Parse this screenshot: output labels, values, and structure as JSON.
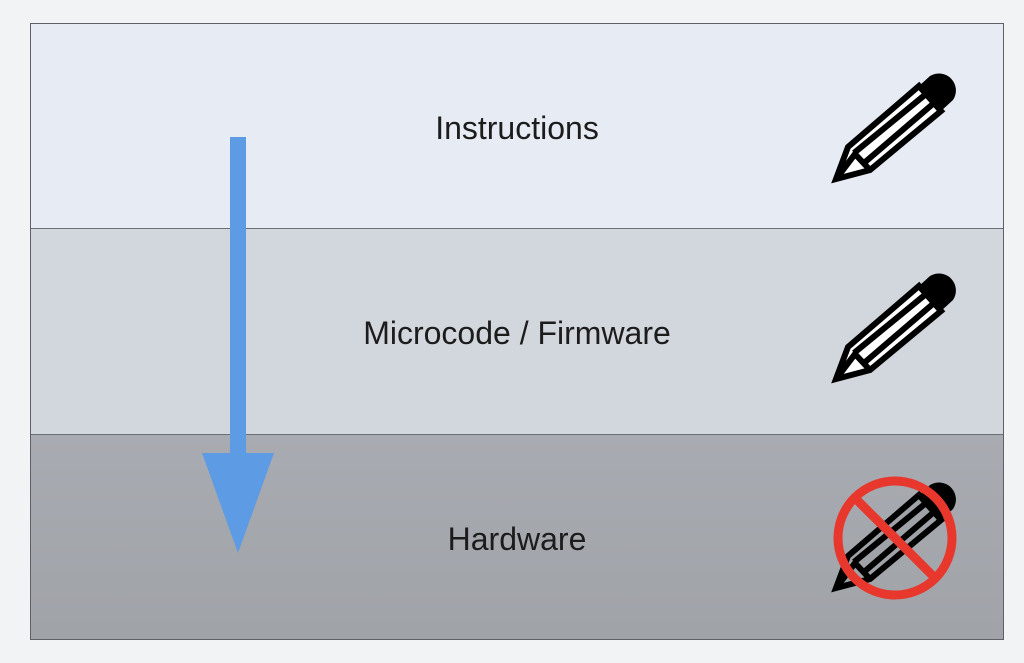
{
  "layers": [
    {
      "label": "Instructions",
      "icon": "pencil-icon",
      "editable": true
    },
    {
      "label": "Microcode / Firmware",
      "icon": "pencil-icon",
      "editable": true
    },
    {
      "label": "Hardware",
      "icon": "pencil-prohibited-icon",
      "editable": false
    }
  ],
  "colors": {
    "arrow": "#5d9be4",
    "prohibit": "#e8382e",
    "layer_top": "#e7ebf3",
    "layer_middle": "#d2d6dd",
    "layer_bottom": "#a4a7ac"
  }
}
